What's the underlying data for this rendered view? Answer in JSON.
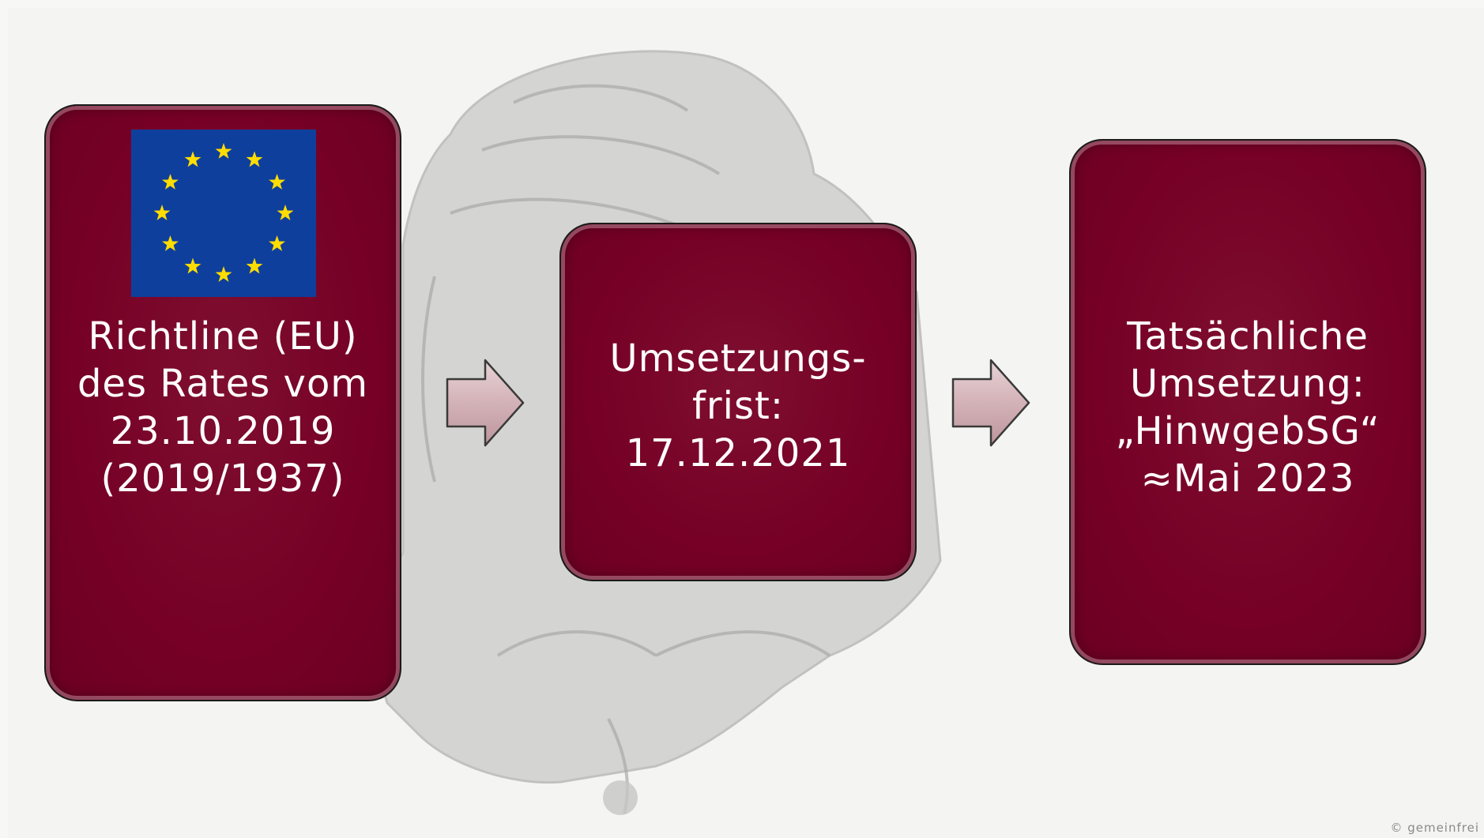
{
  "steps": [
    {
      "label": "Richtline (EU)\ndes Rates vom\n23.10.2019\n(2019/1937)",
      "icon": "eu-flag-icon"
    },
    {
      "label": "Umsetzungs-\nfrist:\n17.12.2021"
    },
    {
      "label": "Tatsächliche\nUmsetzung:\n„HinwgebSG“\n≈Mai 2023"
    }
  ],
  "credit": "© gemeinfrei",
  "colors": {
    "box_fill": "#760026",
    "arrow_fill": "#d4b4b8",
    "flag_blue": "#0f3f9c",
    "flag_star": "#ffdd00",
    "text": "#ffffff"
  }
}
